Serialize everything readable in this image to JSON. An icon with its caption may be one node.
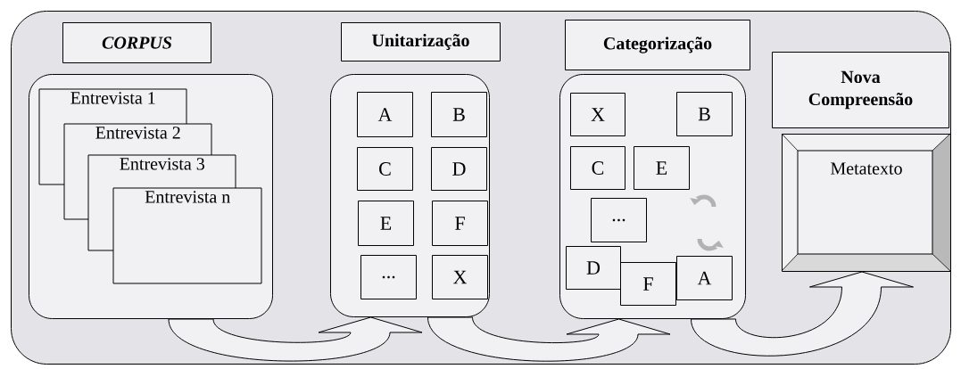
{
  "diagram": {
    "nodes": [
      {
        "text": [],
        "shape": "box"
      },
      {
        "text": [
          "CORPUS"
        ],
        "in": 0
      },
      {
        "text": [],
        "shape": "box",
        "in": 0
      },
      {
        "text": [
          "Entrevista 1"
        ],
        "in": 2
      },
      {
        "text": [
          "Entrevista 2"
        ],
        "in": 2
      },
      {
        "text": [
          "Entrevista 3"
        ],
        "in": 2
      },
      {
        "text": [
          "Entrevista n"
        ],
        "in": 2
      },
      {
        "text": [
          "Unitarização"
        ],
        "in": 0
      },
      {
        "text": [],
        "shape": "box",
        "in": 0
      },
      {
        "text": [
          "A"
        ],
        "in": 8
      },
      {
        "text": [
          "B"
        ],
        "in": 8
      },
      {
        "text": [
          "C"
        ],
        "in": 8
      },
      {
        "text": [
          "D"
        ],
        "in": 8
      },
      {
        "text": [
          "E"
        ],
        "in": 8
      },
      {
        "text": [
          "F"
        ],
        "in": 8
      },
      {
        "text": [
          "..."
        ],
        "in": 8
      },
      {
        "text": [
          "X"
        ],
        "in": 8
      },
      {
        "text": [
          "Categorização"
        ],
        "in": 0
      },
      {
        "text": [],
        "shape": "box",
        "in": 0
      },
      {
        "text": [
          "X"
        ],
        "in": 18
      },
      {
        "text": [
          "B"
        ],
        "in": 18
      },
      {
        "text": [
          "C"
        ],
        "in": 18
      },
      {
        "text": [
          "E"
        ],
        "in": 18
      },
      {
        "text": [
          "..."
        ],
        "in": 18
      },
      {
        "text": [
          "D"
        ],
        "in": 18
      },
      {
        "text": [
          "F"
        ],
        "in": 18
      },
      {
        "text": [
          "A"
        ],
        "in": 18
      },
      {
        "text": [
          "Nova Compreensão"
        ],
        "in": 0
      },
      {
        "text": [
          "Metatexto"
        ],
        "in": 0
      }
    ],
    "edges": [
      {
        "from": 2,
        "to": 8,
        "arrow": "to"
      },
      {
        "from": 8,
        "to": 18,
        "arrow": "to"
      },
      {
        "from": 18,
        "to": 28,
        "arrow": "to"
      }
    ]
  }
}
